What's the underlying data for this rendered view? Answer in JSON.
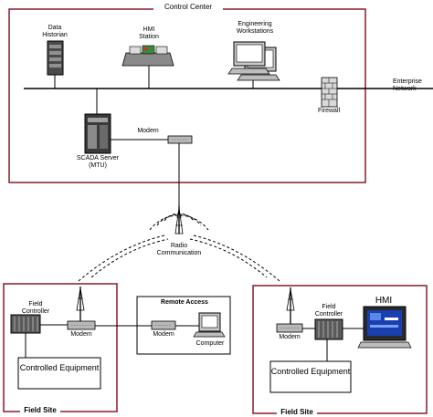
{
  "control_center": {
    "title": "Control Center",
    "data_historian": "Data Historian",
    "hmi_station": "HMI Station",
    "engineering_workstations": "Engineering Workstations",
    "enterprise_network": "Enterprise Network",
    "firewall": "Firewall",
    "scada_server": "SCADA Server (MTU)",
    "modem": "Modem"
  },
  "radio": {
    "label": "Radio Communication"
  },
  "field_site_left": {
    "title": "Field Site",
    "field_controller": "Field Controller",
    "modem": "Modem",
    "controlled_equipment": "Controlled Equipment"
  },
  "remote_access": {
    "title": "Remote Access",
    "modem": "Modem",
    "computer": "Computer"
  },
  "field_site_right": {
    "title": "Field Site",
    "hmi": "HMI",
    "field_controller": "Field Controller",
    "modem": "Modem",
    "controlled_equipment": "Controlled Equipment"
  },
  "colors": {
    "frame": "#8a1a2a",
    "line": "#000000",
    "screen": "#1a3fb0"
  }
}
